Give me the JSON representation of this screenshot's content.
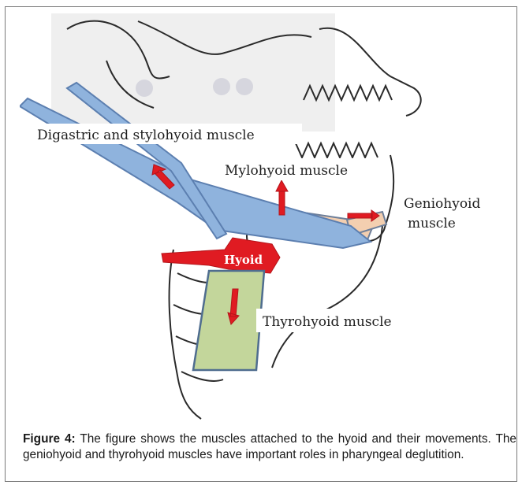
{
  "labels": {
    "digastric": "Digastric and stylohyoid muscle",
    "mylohyoid": "Mylohyoid muscle",
    "geniohyoid_line1": "Geniohyoid",
    "geniohyoid_line2": "muscle",
    "hyoid": "Hyoid",
    "thyrohyoid": "Thyrohyoid muscle"
  },
  "caption": {
    "figure_label": "Figure 4:",
    "text": " The figure shows the muscles attached to the hyoid and their movements. The geniohyoid and thyrohyoid muscles have important roles in pharyngeal deglutition."
  },
  "colors": {
    "digastric_band": "#8fb3dd",
    "mylohyoid_band": "#f3cfb0",
    "hyoid_bone": "#e01b22",
    "thyrohyoid_band": "#c3d69b",
    "arrow": "#e01b22"
  }
}
